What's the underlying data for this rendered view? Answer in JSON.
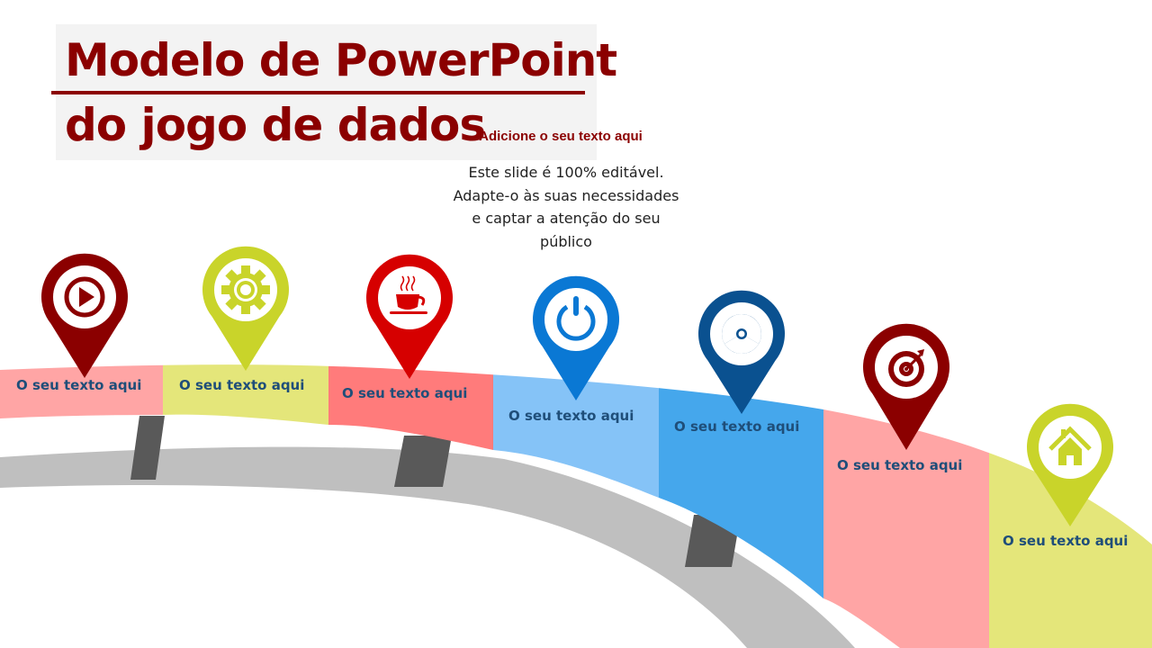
{
  "title": {
    "line1": "Modelo de PowerPoint",
    "line2": "do jogo de dados"
  },
  "callout": {
    "heading": "Adicione o seu texto aqui",
    "body": "Este slide é 100% editável. Adapte-o às suas necessidades e captar a atenção do seu público"
  },
  "steps": [
    {
      "label": "O seu texto aqui",
      "icon": "play-icon",
      "pin_color": "#8b0000",
      "band_color": "#ffa5a5"
    },
    {
      "label": "O seu texto aqui",
      "icon": "gear-icon",
      "pin_color": "#c9d42a",
      "band_color": "#e4e67a"
    },
    {
      "label": "O seu texto aqui",
      "icon": "coffee-cup-icon",
      "pin_color": "#d60000",
      "band_color": "#ff7b7b"
    },
    {
      "label": "O seu texto aqui",
      "icon": "power-icon",
      "pin_color": "#0a78d4",
      "band_color": "#85c3f7"
    },
    {
      "label": "O seu texto aqui",
      "icon": "radiation-icon",
      "pin_color": "#0a5190",
      "band_color": "#45a7ec"
    },
    {
      "label": "O seu texto aqui",
      "icon": "target-icon",
      "pin_color": "#8b0000",
      "band_color": "#ffa5a5"
    },
    {
      "label": "O seu texto aqui",
      "icon": "home-icon",
      "pin_color": "#c9d42a",
      "band_color": "#e4e67a"
    }
  ]
}
